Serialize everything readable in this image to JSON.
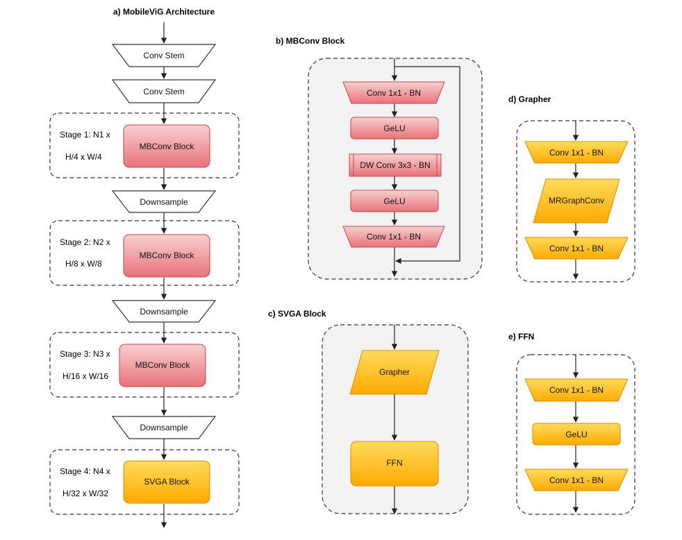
{
  "panels": {
    "a": {
      "title": "a) MobileViG Architecture",
      "conv_stem_1": "Conv Stem",
      "conv_stem_2": "Conv Stem",
      "stage1": {
        "line1": "Stage 1: N1 x",
        "line2": "H/4 x W/4",
        "block": "MBConv Block"
      },
      "downsample_1": "Downsample",
      "stage2": {
        "line1": "Stage 2: N2 x",
        "line2": "H/8 x W/8",
        "block": "MBConv Block"
      },
      "downsample_2": "Downsample",
      "stage3": {
        "line1": "Stage 3: N3 x",
        "line2": "H/16 x W/16",
        "block": "MBConv Block"
      },
      "downsample_3": "Downsample",
      "stage4": {
        "line1": "Stage 4: N4 x",
        "line2": "H/32 x W/32",
        "block": "SVGA Block"
      }
    },
    "b": {
      "title": "b) MBConv Block",
      "conv1": "Conv 1x1 - BN",
      "gelu1": "GeLU",
      "dwconv": "DW Conv 3x3 - BN",
      "gelu2": "GeLU",
      "conv2": "Conv 1x1 - BN"
    },
    "c": {
      "title": "c) SVGA Block",
      "grapher": "Grapher",
      "ffn": "FFN"
    },
    "d": {
      "title": "d) Grapher",
      "conv1": "Conv 1x1 - BN",
      "mrgraph": "MRGraphConv",
      "conv2": "Conv 1x1 - BN"
    },
    "e": {
      "title": "e) FFN",
      "conv1": "Conv 1x1 - BN",
      "gelu": "GeLU",
      "conv2": "Conv 1x1 - BN"
    }
  },
  "colors": {
    "red_top": "#f8d0d0",
    "red_bottom": "#e8727a",
    "red_stroke": "#c0464e",
    "orange_top": "#ffdb5c",
    "orange_bottom": "#ffaa00",
    "orange_stroke": "#d98c00",
    "white_fill": "#ffffff",
    "panel_fill": "#f2f2f2"
  }
}
